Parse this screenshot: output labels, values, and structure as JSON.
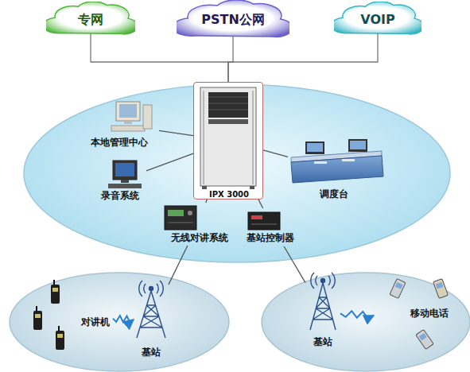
{
  "diagram": {
    "nodes": [
      {
        "text": [
          "专网"
        ]
      },
      {
        "text": [
          "PSTN公网"
        ]
      },
      {
        "text": [
          "VOIP"
        ]
      },
      {
        "text": [
          "IPX 3000"
        ]
      },
      {
        "text": [
          "本地管理中心"
        ]
      },
      {
        "text": [
          "调度台"
        ]
      },
      {
        "text": [
          "录音系统"
        ]
      },
      {
        "text": [
          "无线对讲系统"
        ]
      },
      {
        "text": [
          "基站控制器"
        ]
      },
      {
        "text": [
          "对讲机"
        ]
      },
      {
        "text": [
          "基站"
        ]
      },
      {
        "text": [
          "基站"
        ]
      },
      {
        "text": [
          "移动电话"
        ]
      }
    ],
    "edges": [
      {
        "from": 0,
        "to": 3,
        "arrow": "none"
      },
      {
        "from": 1,
        "to": 3,
        "arrow": "none"
      },
      {
        "from": 2,
        "to": 3,
        "arrow": "none"
      },
      {
        "from": 3,
        "to": 4,
        "arrow": "none"
      },
      {
        "from": 3,
        "to": 5,
        "arrow": "none"
      },
      {
        "from": 3,
        "to": 6,
        "arrow": "none"
      },
      {
        "from": 3,
        "to": 7,
        "arrow": "none"
      },
      {
        "from": 3,
        "to": 8,
        "arrow": "none"
      },
      {
        "from": 7,
        "to": 10,
        "arrow": "none"
      },
      {
        "from": 8,
        "to": 11,
        "arrow": "none"
      },
      {
        "from": 9,
        "to": 10,
        "arrow": "to"
      },
      {
        "from": 11,
        "to": 12,
        "arrow": "to"
      }
    ]
  }
}
